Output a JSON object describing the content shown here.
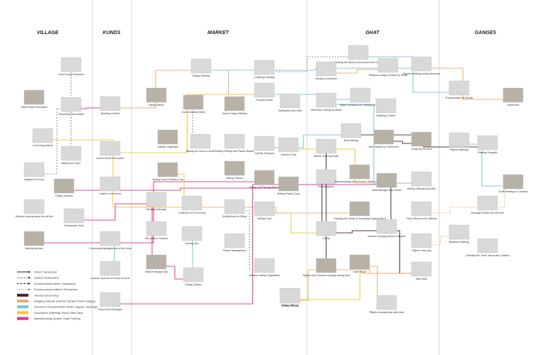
{
  "zones": [
    {
      "id": "village",
      "label": "VILLAGE"
    },
    {
      "id": "kunds",
      "label": "KUNDS"
    },
    {
      "id": "market",
      "label": "MARKET"
    },
    {
      "id": "ghat",
      "label": "GHAT"
    },
    {
      "id": "ganges",
      "label": "GANGES"
    }
  ],
  "colors": {
    "tourism": "#3d2430",
    "religious": "#f0a86a",
    "services": "#74c6d4",
    "commerce": "#f0c43a",
    "manufacturing": "#e0308a",
    "grey": "#8a8a8a"
  },
  "nodes": [
    {
      "id": "hand-pump-extraction",
      "label": "Hand Pump Extraction"
    },
    {
      "id": "hand-pump-excavation",
      "label": "Hand Pump Excavation"
    },
    {
      "id": "household-tank-water",
      "label": "Household Tank Water"
    },
    {
      "id": "cow-dung-waste",
      "label": "Cow Dung Waste"
    },
    {
      "id": "milking-the-cows",
      "label": "Milking the Cows"
    },
    {
      "id": "irrigation-of-crops",
      "label": "Irrigation of Crops"
    },
    {
      "id": "pottery-industry",
      "label": "Pottery Industry"
    },
    {
      "id": "women-carrying-wood",
      "label": "Women carrying wood for the fire"
    },
    {
      "id": "threadware-work",
      "label": "Threadware Work"
    },
    {
      "id": "making-baskets",
      "label": "Making Baskets"
    },
    {
      "id": "washing-clothes-kunds",
      "label": "Washing Clothes"
    },
    {
      "id": "laxmi-kund",
      "label": "Laxhmi Kund Excavation"
    },
    {
      "id": "catfish-kund",
      "label": "Catfish in the Kund"
    },
    {
      "id": "community-mgmt",
      "label": "Community Management of the Kund"
    },
    {
      "id": "invasive-species",
      "label": "Invasive Species of Ducks in Kund"
    },
    {
      "id": "rama-ghat-manager",
      "label": "Rama Ghat Manager"
    },
    {
      "id": "selling-offering-top",
      "label": "Selling Offering"
    },
    {
      "id": "challenge-mobility",
      "label": "Challenge Mobility"
    },
    {
      "id": "dying-fabrics",
      "label": "Dying Fabrics"
    },
    {
      "id": "cows-drinking-water",
      "label": "Cows Drinking Water"
    },
    {
      "id": "goats-eating",
      "label": "Goats Eating Offering"
    },
    {
      "id": "pumped-water",
      "label": "Pumped Water"
    },
    {
      "id": "selling-arts-gifts",
      "label": "Selling Arts and Gifts"
    },
    {
      "id": "hawker-vegetable",
      "label": "Hawker Vegetable"
    },
    {
      "id": "milking-cows-street",
      "label": "Milking the Cows in street"
    },
    {
      "id": "selling-offering-plastic",
      "label": "Selling Offering and Plastic Bottles"
    },
    {
      "id": "cycling-transport",
      "label": "Cycling Transport"
    },
    {
      "id": "vendors-chai",
      "label": "Vendors Chai"
    },
    {
      "id": "selling-food-pottery-cup",
      "label": "Selling Food in Pottery Cup"
    },
    {
      "id": "selling-flowers",
      "label": "Selling Flowers"
    },
    {
      "id": "selling-packing-basket",
      "label": "Selling and Packing Basket"
    },
    {
      "id": "selling-pottery-cups",
      "label": "Selling Pottery Cups"
    },
    {
      "id": "weaving-manager",
      "label": "Weaving Manager"
    },
    {
      "id": "collection-cow-dung",
      "label": "Collection of Cow Dung"
    },
    {
      "id": "selling-food-ritual",
      "label": "Selling food for Ritual"
    },
    {
      "id": "selling-food",
      "label": "Selling Food"
    },
    {
      "id": "silk-weaver",
      "label": "Silk-weaver Outdoor"
    },
    {
      "id": "ironing-job",
      "label": "Ironing Job"
    },
    {
      "id": "potato-management",
      "label": "Potato Management"
    },
    {
      "id": "weaver-benguli",
      "label": "Weaver Benguli Silk"
    },
    {
      "id": "vendors-vegetables",
      "label": "Vendors selling Vegetables"
    },
    {
      "id": "selling-sarees",
      "label": "Selling Sarees"
    },
    {
      "id": "selling-offering-bottom",
      "label": "Selling Offering"
    },
    {
      "id": "cleaning-mud",
      "label": "Cleaning the Mud (Community in the Ghats)"
    },
    {
      "id": "religious-usage",
      "label": "Religious usage of water by Priest"
    },
    {
      "id": "pilgrims-bathing-monsoon",
      "label": "Pilgrims Bathing during Monsoon"
    },
    {
      "id": "rooftop-cremation",
      "label": "Rooftop Cremation"
    },
    {
      "id": "transportation-woods",
      "label": "Transportation of Woods"
    },
    {
      "id": "fishermen",
      "label": "Fishermen"
    },
    {
      "id": "merchants-selling-boats",
      "label": "Merchants Selling by Boats"
    },
    {
      "id": "water-extraction",
      "label": "Water Extraction for cleaning of Mud"
    },
    {
      "id": "washing-clothes-ghat",
      "label": "Washing Clothes"
    },
    {
      "id": "boat-making",
      "label": "Boat Making"
    },
    {
      "id": "net-created",
      "label": "Net Created by Fishermen"
    },
    {
      "id": "using-dip-aarti",
      "label": "Using Dip for Aarti"
    },
    {
      "id": "pilgrims-bathing",
      "label": "Pilgrims Bathing"
    },
    {
      "id": "feeding-seagulls",
      "label": "Feeding Seagulls"
    },
    {
      "id": "barber-shaving",
      "label": "Barber Shaving Head"
    },
    {
      "id": "photographers",
      "label": "Photographers"
    },
    {
      "id": "ramnamjeega",
      "label": "Ramnamjeega (Government Street Cleaner)"
    },
    {
      "id": "ghat-manager-owner",
      "label": "Ghat Manager and Owner"
    },
    {
      "id": "selling-offering-gifts",
      "label": "Selling Offering and Gifts"
    },
    {
      "id": "turtle-feeding",
      "label": "Turtle feeding on Corpses"
    },
    {
      "id": "cleaning-ghats",
      "label": "Cleaning the Ghats (Community Organization)"
    },
    {
      "id": "trash-remover",
      "label": "Trash Remover for offering"
    },
    {
      "id": "garbage-thrown",
      "label": "Garbage thrown into the river"
    },
    {
      "id": "tourist",
      "label": "Tourist"
    },
    {
      "id": "woman-carrying-wood",
      "label": "Woman Carrying Wood in Basket"
    },
    {
      "id": "pilgrims-dressing",
      "label": "Pilgrims dressing"
    },
    {
      "id": "buffaloes-bathing",
      "label": "Buffaloes Bathing"
    },
    {
      "id": "cleaning-trash-boats",
      "label": "Cleaning the Trash with boats (Ladder)"
    },
    {
      "id": "aarti-ritual",
      "label": "Aarti Ritual"
    },
    {
      "id": "pilgrims-tourists-aarti",
      "label": "Pilgrims and Tourists enjoying during Aarti"
    },
    {
      "id": "after-aarti",
      "label": "After Aarti"
    },
    {
      "id": "pilgrims-transport-aarti",
      "label": "Pilgrims transporting after Aarti"
    },
    {
      "id": "selling-offering-ghat",
      "label": "Selling Offering"
    }
  ],
  "legend": [
    {
      "kind": "line-solid",
      "label": "Direct Transaction"
    },
    {
      "kind": "line-dotted",
      "label": "Indirect Transaction"
    },
    {
      "kind": "line-dashed",
      "label": "Environmental Direct Transaction"
    },
    {
      "kind": "line-dotted-light",
      "label": "Environmental Indirect Transaction"
    },
    {
      "kind": "swatch",
      "color": "#3d2430",
      "label": "Tourism (Economy)"
    },
    {
      "kind": "swatch",
      "color": "#f0a86a",
      "label": "Religious Rituals (Sacred Temple Priest/ Ganga)"
    },
    {
      "kind": "swatch",
      "color": "#74c6d4",
      "label": "Services (Transportation/ Water Supply/ Cleaning)"
    },
    {
      "kind": "swatch",
      "color": "#f0c43a",
      "label": "Commerce (Offering/ Food/ Gifts/ Arts)"
    },
    {
      "kind": "swatch",
      "color": "#e0308a",
      "label": "Manufacturing (Saree/ Gold/ Pottery)"
    }
  ]
}
